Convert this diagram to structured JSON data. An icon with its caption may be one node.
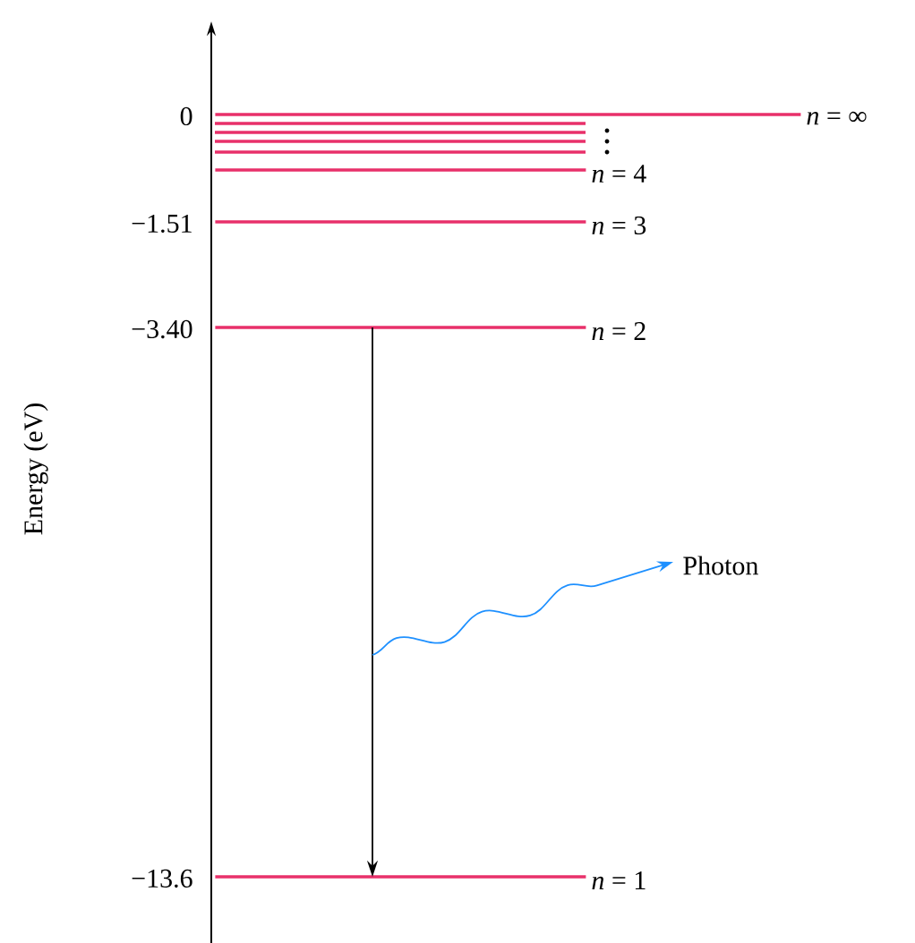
{
  "diagram": {
    "nodes": [
      {
        "text": [],
        "shape": "bar",
        "beside": [
          "*n* = ∞"
        ]
      },
      {
        "text": [],
        "shape": "bar",
        "beside": [
          "*n* = 4"
        ]
      },
      {
        "text": [],
        "shape": "bar",
        "beside": [
          "*n* = 3"
        ]
      },
      {
        "text": [],
        "shape": "bar",
        "beside": [
          "*n* = 2"
        ]
      },
      {
        "text": [],
        "shape": "bar",
        "beside": [
          "*n* = 1"
        ]
      },
      {
        "text": [
          "Photon"
        ]
      }
    ],
    "edges": [
      {
        "from": 3,
        "to": 4,
        "arrow": "to"
      },
      {
        "from": null,
        "to": 5,
        "arrow": "to",
        "color": "#1e90ff"
      }
    ],
    "labels": [
      "0",
      "−1.51",
      "−3.40",
      "−13.6",
      "Energy (eV)"
    ]
  }
}
